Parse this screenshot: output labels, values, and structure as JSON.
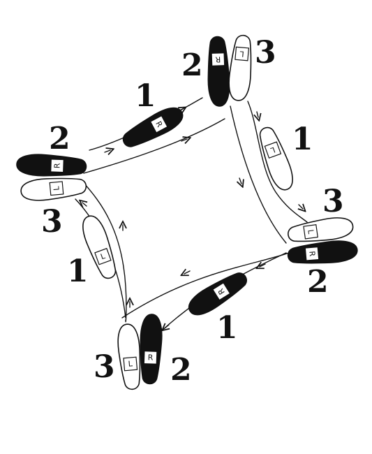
{
  "colors": {
    "ink": "#111111",
    "right_foot": "#111111",
    "left_foot": "#ffffff",
    "background": "#ffffff"
  },
  "footprints": [
    {
      "id": "bottom-left",
      "foot": "L",
      "step": "3"
    },
    {
      "id": "bottom-left",
      "foot": "R",
      "step": "2"
    },
    {
      "id": "bottom-middle",
      "foot": "R",
      "step": "1"
    },
    {
      "id": "right",
      "foot": "L",
      "step": "3"
    },
    {
      "id": "right",
      "foot": "R",
      "step": "2"
    },
    {
      "id": "right-upper",
      "foot": "L",
      "step": "1"
    },
    {
      "id": "top",
      "foot": "R",
      "step": "2"
    },
    {
      "id": "top",
      "foot": "L",
      "step": "3"
    },
    {
      "id": "top-middle",
      "foot": "R",
      "step": "1"
    },
    {
      "id": "left",
      "foot": "R",
      "step": "2"
    },
    {
      "id": "left",
      "foot": "L",
      "step": "3"
    },
    {
      "id": "left-middle",
      "foot": "L",
      "step": "1"
    }
  ]
}
